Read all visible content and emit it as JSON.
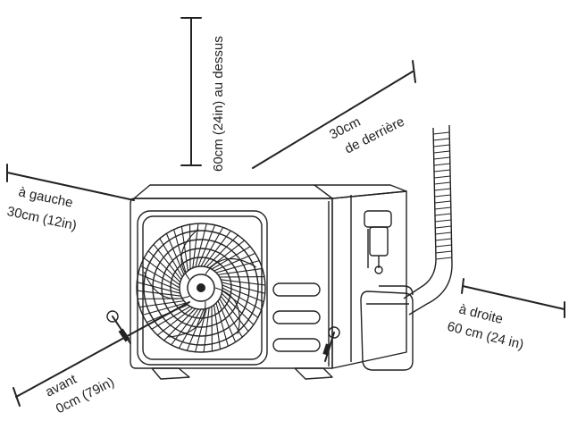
{
  "labels": {
    "top": "60cm (24in) au dessus",
    "back_1": "30cm",
    "back_2": "de derrière",
    "left_1": "à gauche",
    "left_2": "30cm (12in)",
    "right_1": "à droite",
    "right_2": "60 cm (24 in)",
    "front_1": "avant",
    "front_2": "0cm (79in)"
  },
  "colors": {
    "line": "#222222",
    "background": "#ffffff"
  }
}
